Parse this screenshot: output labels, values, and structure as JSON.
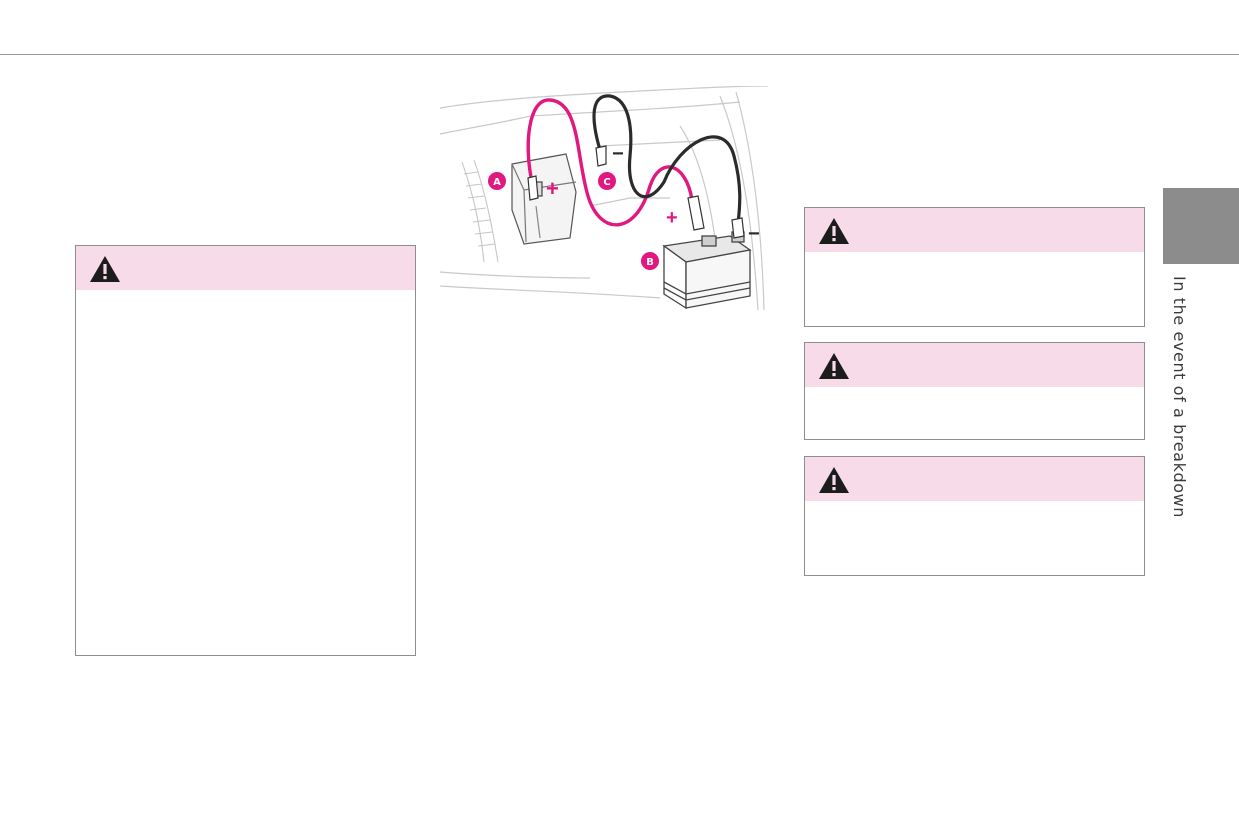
{
  "page": {
    "section_tab": {
      "label": "In the event of a breakdown",
      "color": "#8c8c8c"
    },
    "warnings": [
      {
        "icon": "warning-triangle-icon",
        "header_color": "#f8dbe8"
      },
      {
        "icon": "warning-triangle-icon",
        "header_color": "#f8dbe8"
      },
      {
        "icon": "warning-triangle-icon",
        "header_color": "#f8dbe8"
      },
      {
        "icon": "warning-triangle-icon",
        "header_color": "#f8dbe8"
      }
    ],
    "illustration": {
      "callouts": [
        "A",
        "B",
        "C"
      ],
      "polarity": {
        "plus": "+",
        "minus": "−"
      },
      "positive_cable_color": "#e0187f",
      "negative_cable_color": "#2b2b2b"
    }
  }
}
